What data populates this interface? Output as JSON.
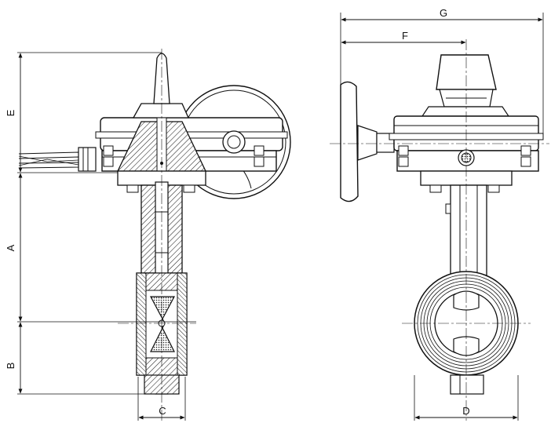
{
  "dimensions": {
    "A": "A",
    "B": "B",
    "C": "C",
    "D": "D",
    "E": "E",
    "F": "F",
    "G": "G"
  }
}
